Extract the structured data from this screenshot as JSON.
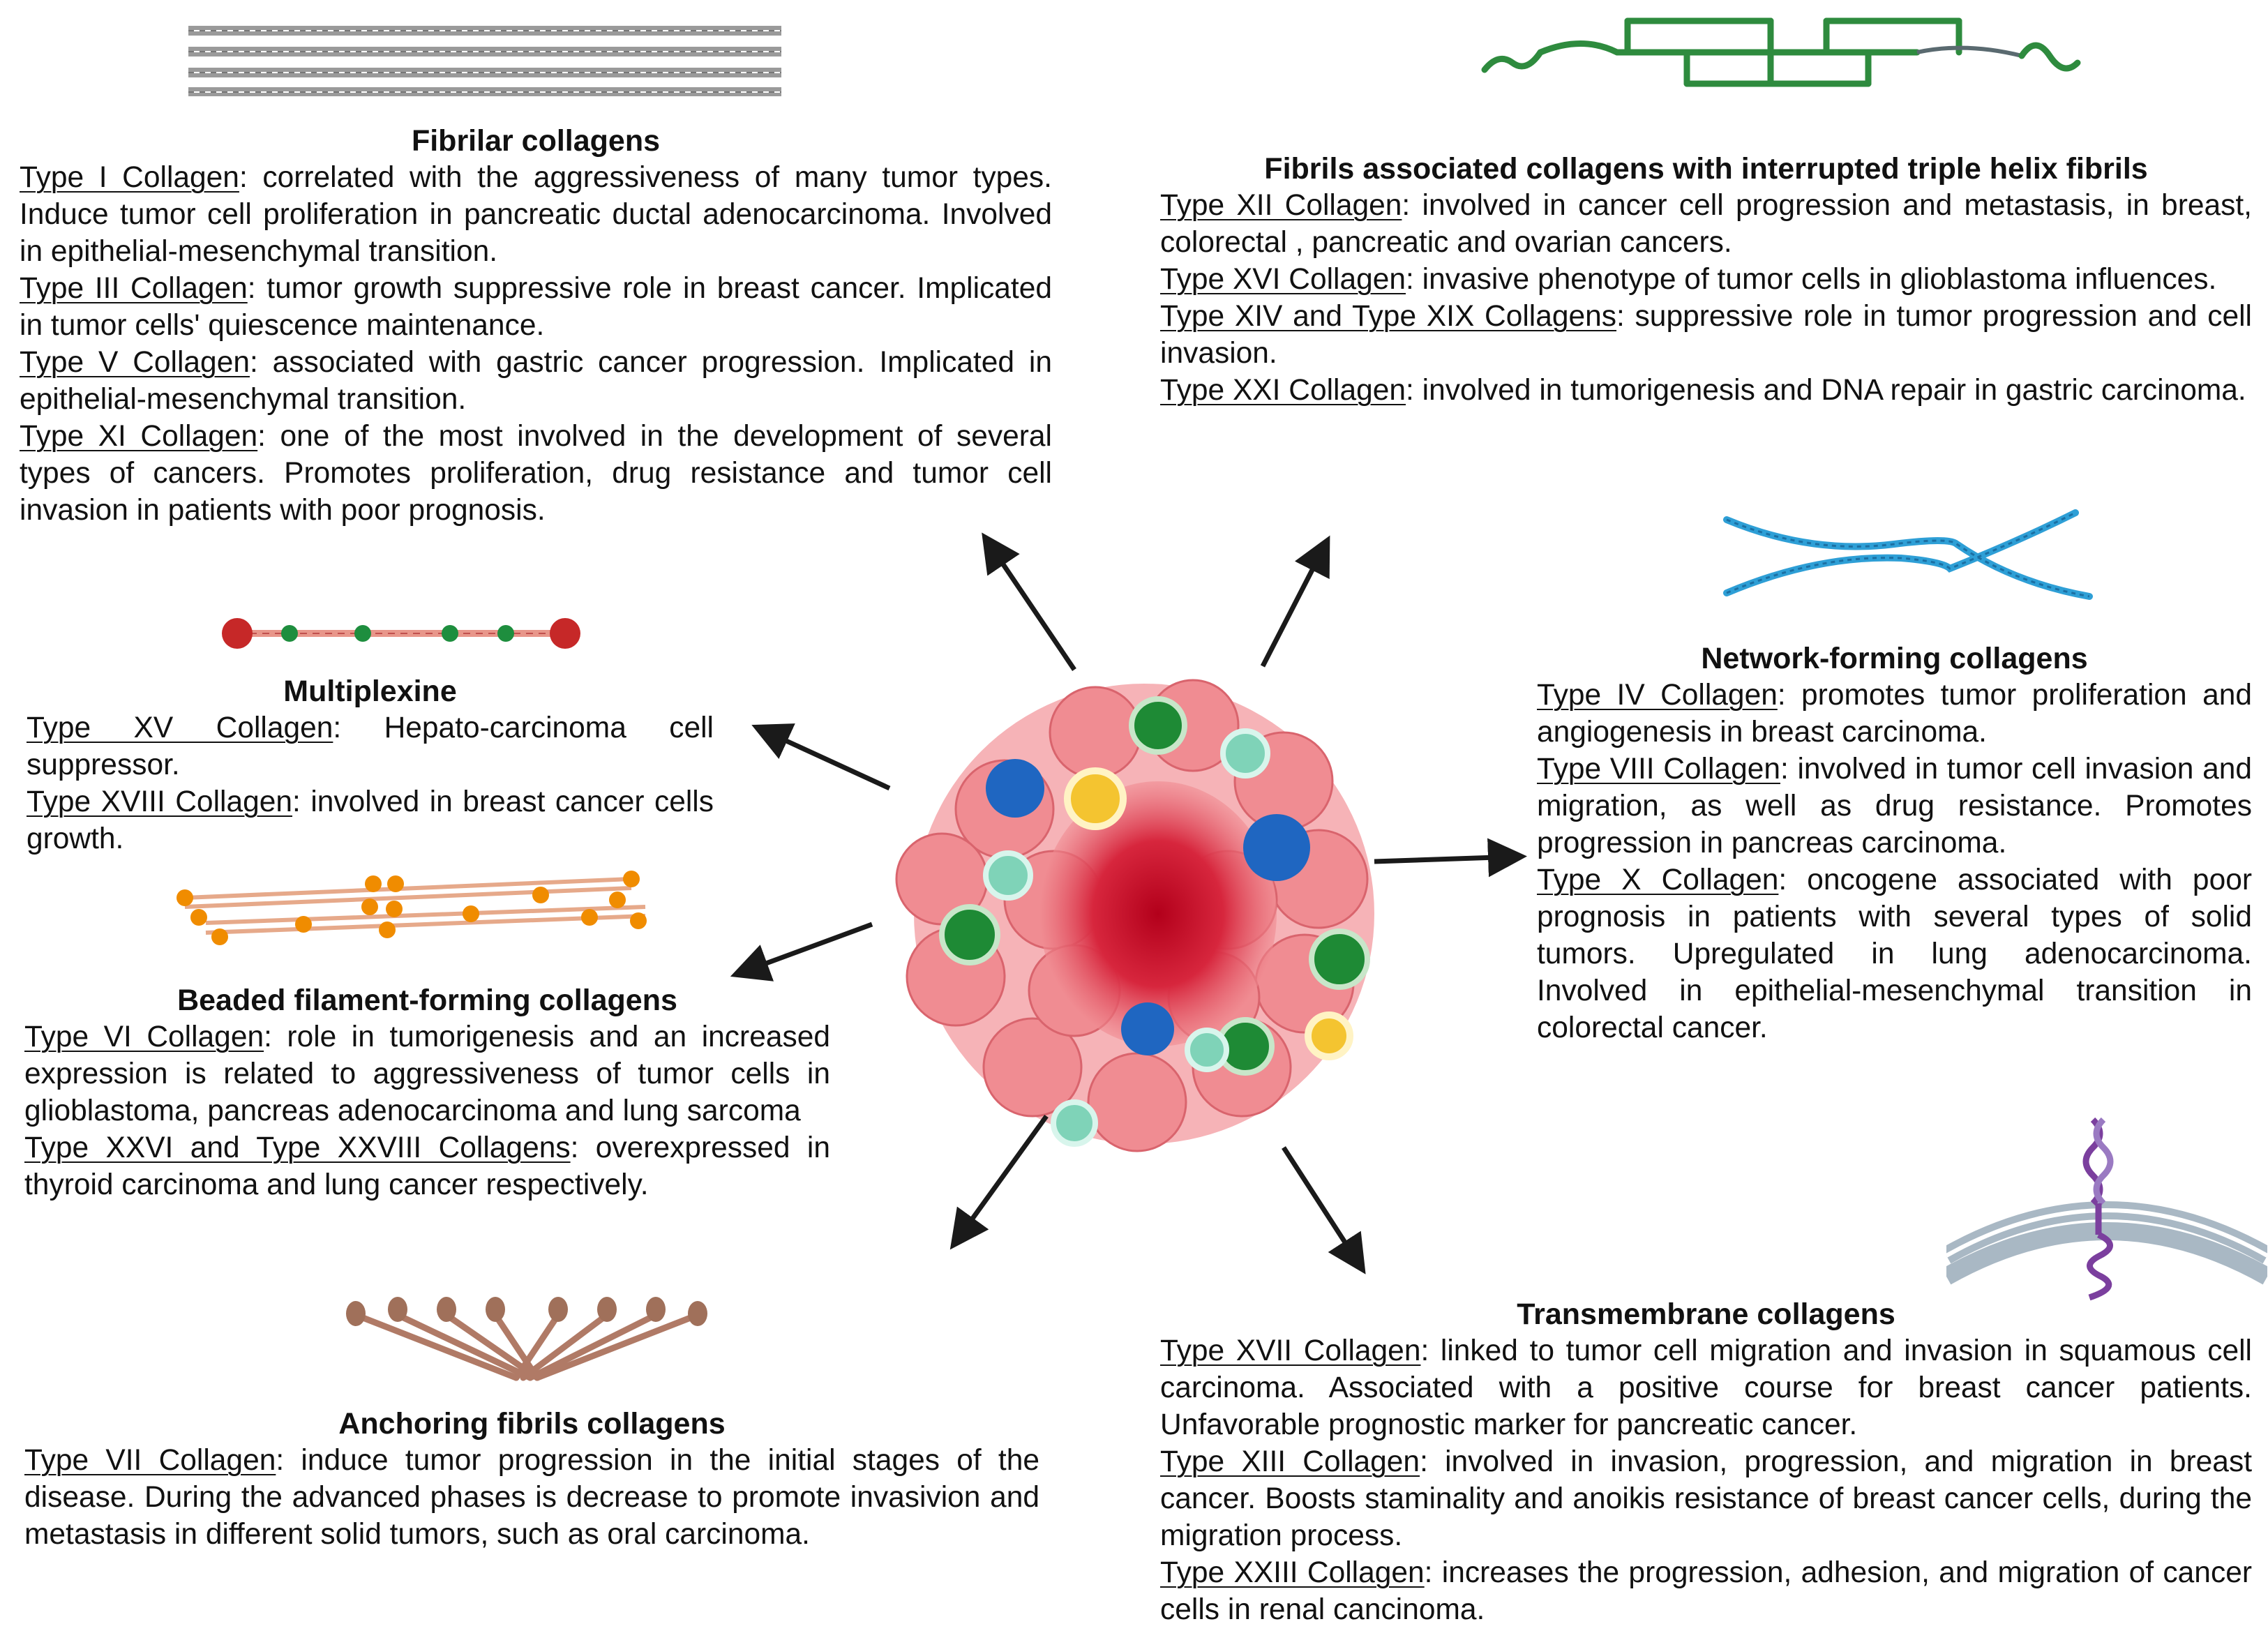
{
  "panels": {
    "fibrilar": {
      "title": "Fibrilar collagens",
      "entries": [
        {
          "type": "Type I Collagen",
          "text": ": correlated with the aggressiveness of many tumor types. Induce tumor cell proliferation in pancreatic ductal adenocarcinoma. Involved in epithelial-mesenchymal transition."
        },
        {
          "type": "Type III Collagen",
          "text": ": tumor growth suppressive role in breast cancer. Implicated in tumor cells' quiescence maintenance."
        },
        {
          "type": "Type V Collagen",
          "text": ": associated with gastric cancer progression. Implicated in epithelial-mesenchymal transition."
        },
        {
          "type": "Type XI Collagen",
          "text": ": one of the most involved in the development of several types of cancers. Promotes proliferation, drug resistance and tumor cell invasion in patients with poor prognosis."
        }
      ]
    },
    "facit": {
      "title": "Fibrils associated collagens with interrupted triple helix fibrils",
      "entries": [
        {
          "type": "Type XII Collagen",
          "text": ": involved in cancer cell progression and metastasis, in breast, colorectal , pancreatic and ovarian cancers."
        },
        {
          "type": "Type XVI Collagen",
          "text": ": invasive phenotype of tumor cells in glioblastoma influences."
        },
        {
          "type": "Type XIV and Type XIX Collagens",
          "text": ": suppressive role in tumor progression and cell invasion."
        },
        {
          "type": "Type XXI Collagen",
          "text": ": involved in tumorigenesis and DNA repair in gastric carcinoma."
        }
      ]
    },
    "multiplexine": {
      "title": "Multiplexine",
      "entries": [
        {
          "type": "Type XV Collagen",
          "text": ": Hepato-carcinoma cell suppressor."
        },
        {
          "type": "Type XVIII Collagen",
          "text": ": involved in breast cancer cells growth."
        }
      ]
    },
    "network": {
      "title": "Network-forming collagens",
      "entries": [
        {
          "type": "Type IV Collagen",
          "text": ": promotes tumor proliferation and angiogenesis in breast carcinoma."
        },
        {
          "type": "Type VIII Collagen",
          "text": ": involved in tumor cell invasion and migration, as well as drug resistance. Promotes progression in pancreas carcinoma."
        },
        {
          "type": "Type X Collagen",
          "text": ": oncogene associated with poor prognosis in patients with several types of solid tumors. Upregulated in lung adenocarcinoma. Involved in epithelial-mesenchymal transition in colorectal cancer."
        }
      ]
    },
    "beaded": {
      "title": "Beaded filament-forming collagens",
      "entries": [
        {
          "type": "Type VI Collagen",
          "text": ": role in tumorigenesis and an increased expression is related to aggressiveness of tumor cells in glioblastoma, pancreas adenocarcinoma and lung sarcoma"
        },
        {
          "type": "Type XXVI and Type XXVIII Collagens",
          "text": ": overexpressed in thyroid carcinoma and lung cancer respectively."
        }
      ]
    },
    "anchoring": {
      "title": "Anchoring fibrils collagens",
      "entries": [
        {
          "type": "Type VII Collagen",
          "text": ": induce tumor progression in the initial stages of the disease. During the advanced phases is decrease to promote invasivion and metastasis in different solid tumors, such as oral carcinoma."
        }
      ]
    },
    "transmembrane": {
      "title": "Transmembrane collagens",
      "entries": [
        {
          "type": "Type XVII Collagen",
          "text": ": linked to tumor cell migration and invasion in squamous cell carcinoma. Associated with a positive course for breast cancer patients. Unfavorable prognostic marker for pancreatic cancer."
        },
        {
          "type": "Type XIII Collagen",
          "text": ": involved in invasion, progression, and migration in breast cancer. Boosts staminality and anoikis resistance of breast cancer cells, during the migration process."
        },
        {
          "type": "Type XXIII Collagen",
          "text": ": increases the progression, adhesion, and migration of cancer cells in renal cancinoma."
        }
      ]
    }
  },
  "colors": {
    "text": "#111111",
    "arrow": "#1a1a1a",
    "fibril_gray": "#9a9a9a",
    "facit_green": "#2e8b3e",
    "network_blue": "#2e9fd6",
    "multiplexin_red": "#c62828",
    "multiplexin_green": "#1e8e3e",
    "beaded_orange": "#f08c00",
    "anchoring_brown": "#a0705a",
    "membrane_purple": "#7b3f9e",
    "tumor_red": "#d7263d",
    "cell_pink": "#f08c92",
    "immune_blue": "#1f66c1",
    "immune_yellow": "#f4c430",
    "immune_green": "#1e8a35",
    "immune_teal": "#7fd3b8"
  }
}
